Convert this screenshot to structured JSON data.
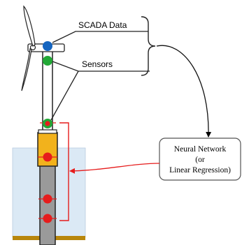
{
  "labels": {
    "scada": "SCADA Data",
    "sensors": "Sensors",
    "model_line1": "Neural Network",
    "model_line2": "(or",
    "model_line3": "Linear Regression)"
  },
  "colors": {
    "scada_sensor": "#1565c0",
    "tower_sensor": "#22a836",
    "structural_sensor": "#e61c1c",
    "water": "#dbe9f5",
    "seabed": "#b8860b",
    "transition_piece": "#f2b21c",
    "monopile": "#9a9a9a",
    "model_box_border": "#555555"
  },
  "icons": {
    "turbine": "wind-turbine-icon",
    "bracket_top": "curly-bracket-icon",
    "bracket_bottom": "square-bracket-icon"
  }
}
